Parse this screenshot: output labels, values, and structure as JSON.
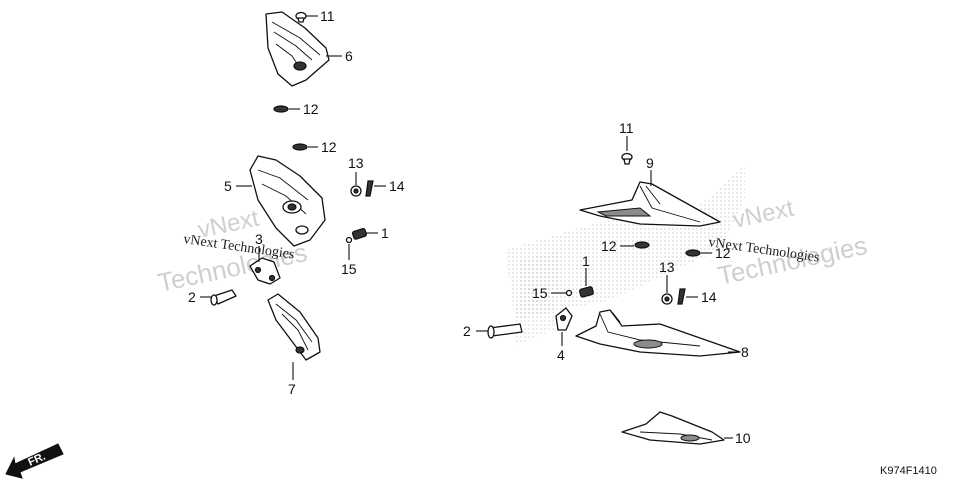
{
  "diagram_code": "K974F1410",
  "front_indicator": "FR.",
  "watermark": {
    "line1": "vNext Technologies",
    "line2": "vNext",
    "line3": "Technologies"
  },
  "callouts": {
    "c1a": "1",
    "c1b": "1",
    "c2a": "2",
    "c2b": "2",
    "c3": "3",
    "c4": "4",
    "c5": "5",
    "c6": "6",
    "c7": "7",
    "c8": "8",
    "c9": "9",
    "c10": "10",
    "c11a": "11",
    "c11b": "11",
    "c12a": "12",
    "c12b": "12",
    "c12c": "12",
    "c12d": "12",
    "c13a": "13",
    "c13b": "13",
    "c14a": "14",
    "c14b": "14",
    "c15a": "15",
    "c15b": "15"
  },
  "colors": {
    "line": "#111111",
    "shade": "#aaaaaa",
    "watermark": "#cfcfcf"
  }
}
